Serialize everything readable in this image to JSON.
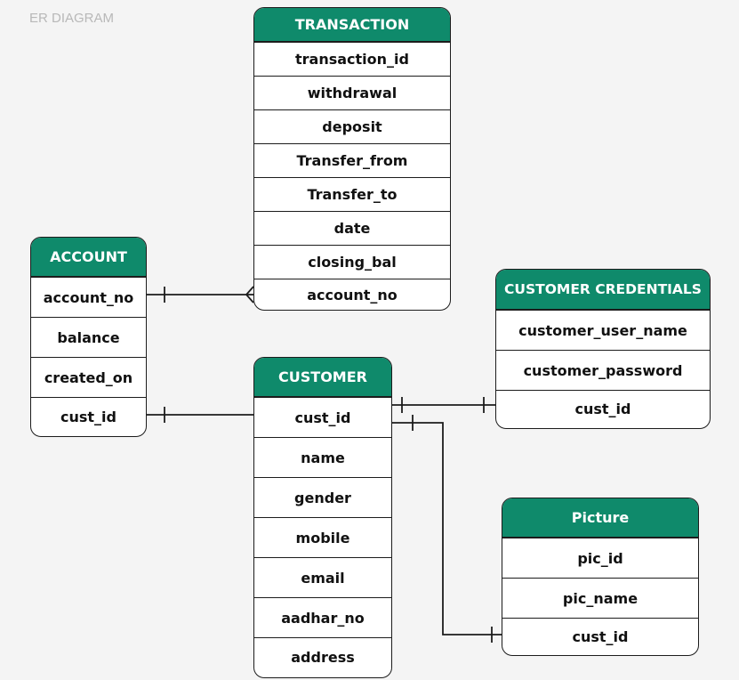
{
  "page": {
    "label": "ER DIAGRAM"
  },
  "colors": {
    "header_bg": "#0f8a6b",
    "header_text": "#ffffff",
    "border": "#1c1c1c",
    "background": "#f4f4f4",
    "label": "#b8b8b8"
  },
  "entities": {
    "transaction": {
      "title": "TRANSACTION",
      "fields": [
        "transaction_id",
        "withdrawal",
        "deposit",
        "Transfer_from",
        "Transfer_to",
        "date",
        "closing_bal",
        "account_no"
      ]
    },
    "account": {
      "title": "ACCOUNT",
      "fields": [
        "account_no",
        "balance",
        "created_on",
        "cust_id"
      ]
    },
    "customer_credentials": {
      "title": "CUSTOMER CREDENTIALS",
      "fields": [
        "customer_user_name",
        "customer_password",
        "cust_id"
      ]
    },
    "customer": {
      "title": "CUSTOMER",
      "fields": [
        "cust_id",
        "name",
        "gender",
        "mobile",
        "email",
        "aadhar_no",
        "address"
      ]
    },
    "picture": {
      "title": "Picture",
      "fields": [
        "pic_id",
        "pic_name",
        "cust_id"
      ]
    }
  },
  "relationships": [
    {
      "from": "account.account_no",
      "to": "transaction.account_no",
      "from_end": "one",
      "to_end": "many"
    },
    {
      "from": "account.cust_id",
      "to": "customer.cust_id",
      "from_end": "one",
      "to_end": "one"
    },
    {
      "from": "customer.cust_id",
      "to": "customer_credentials.cust_id",
      "from_end": "one",
      "to_end": "one"
    },
    {
      "from": "customer.cust_id",
      "to": "picture.cust_id",
      "from_end": "one",
      "to_end": "one"
    }
  ]
}
